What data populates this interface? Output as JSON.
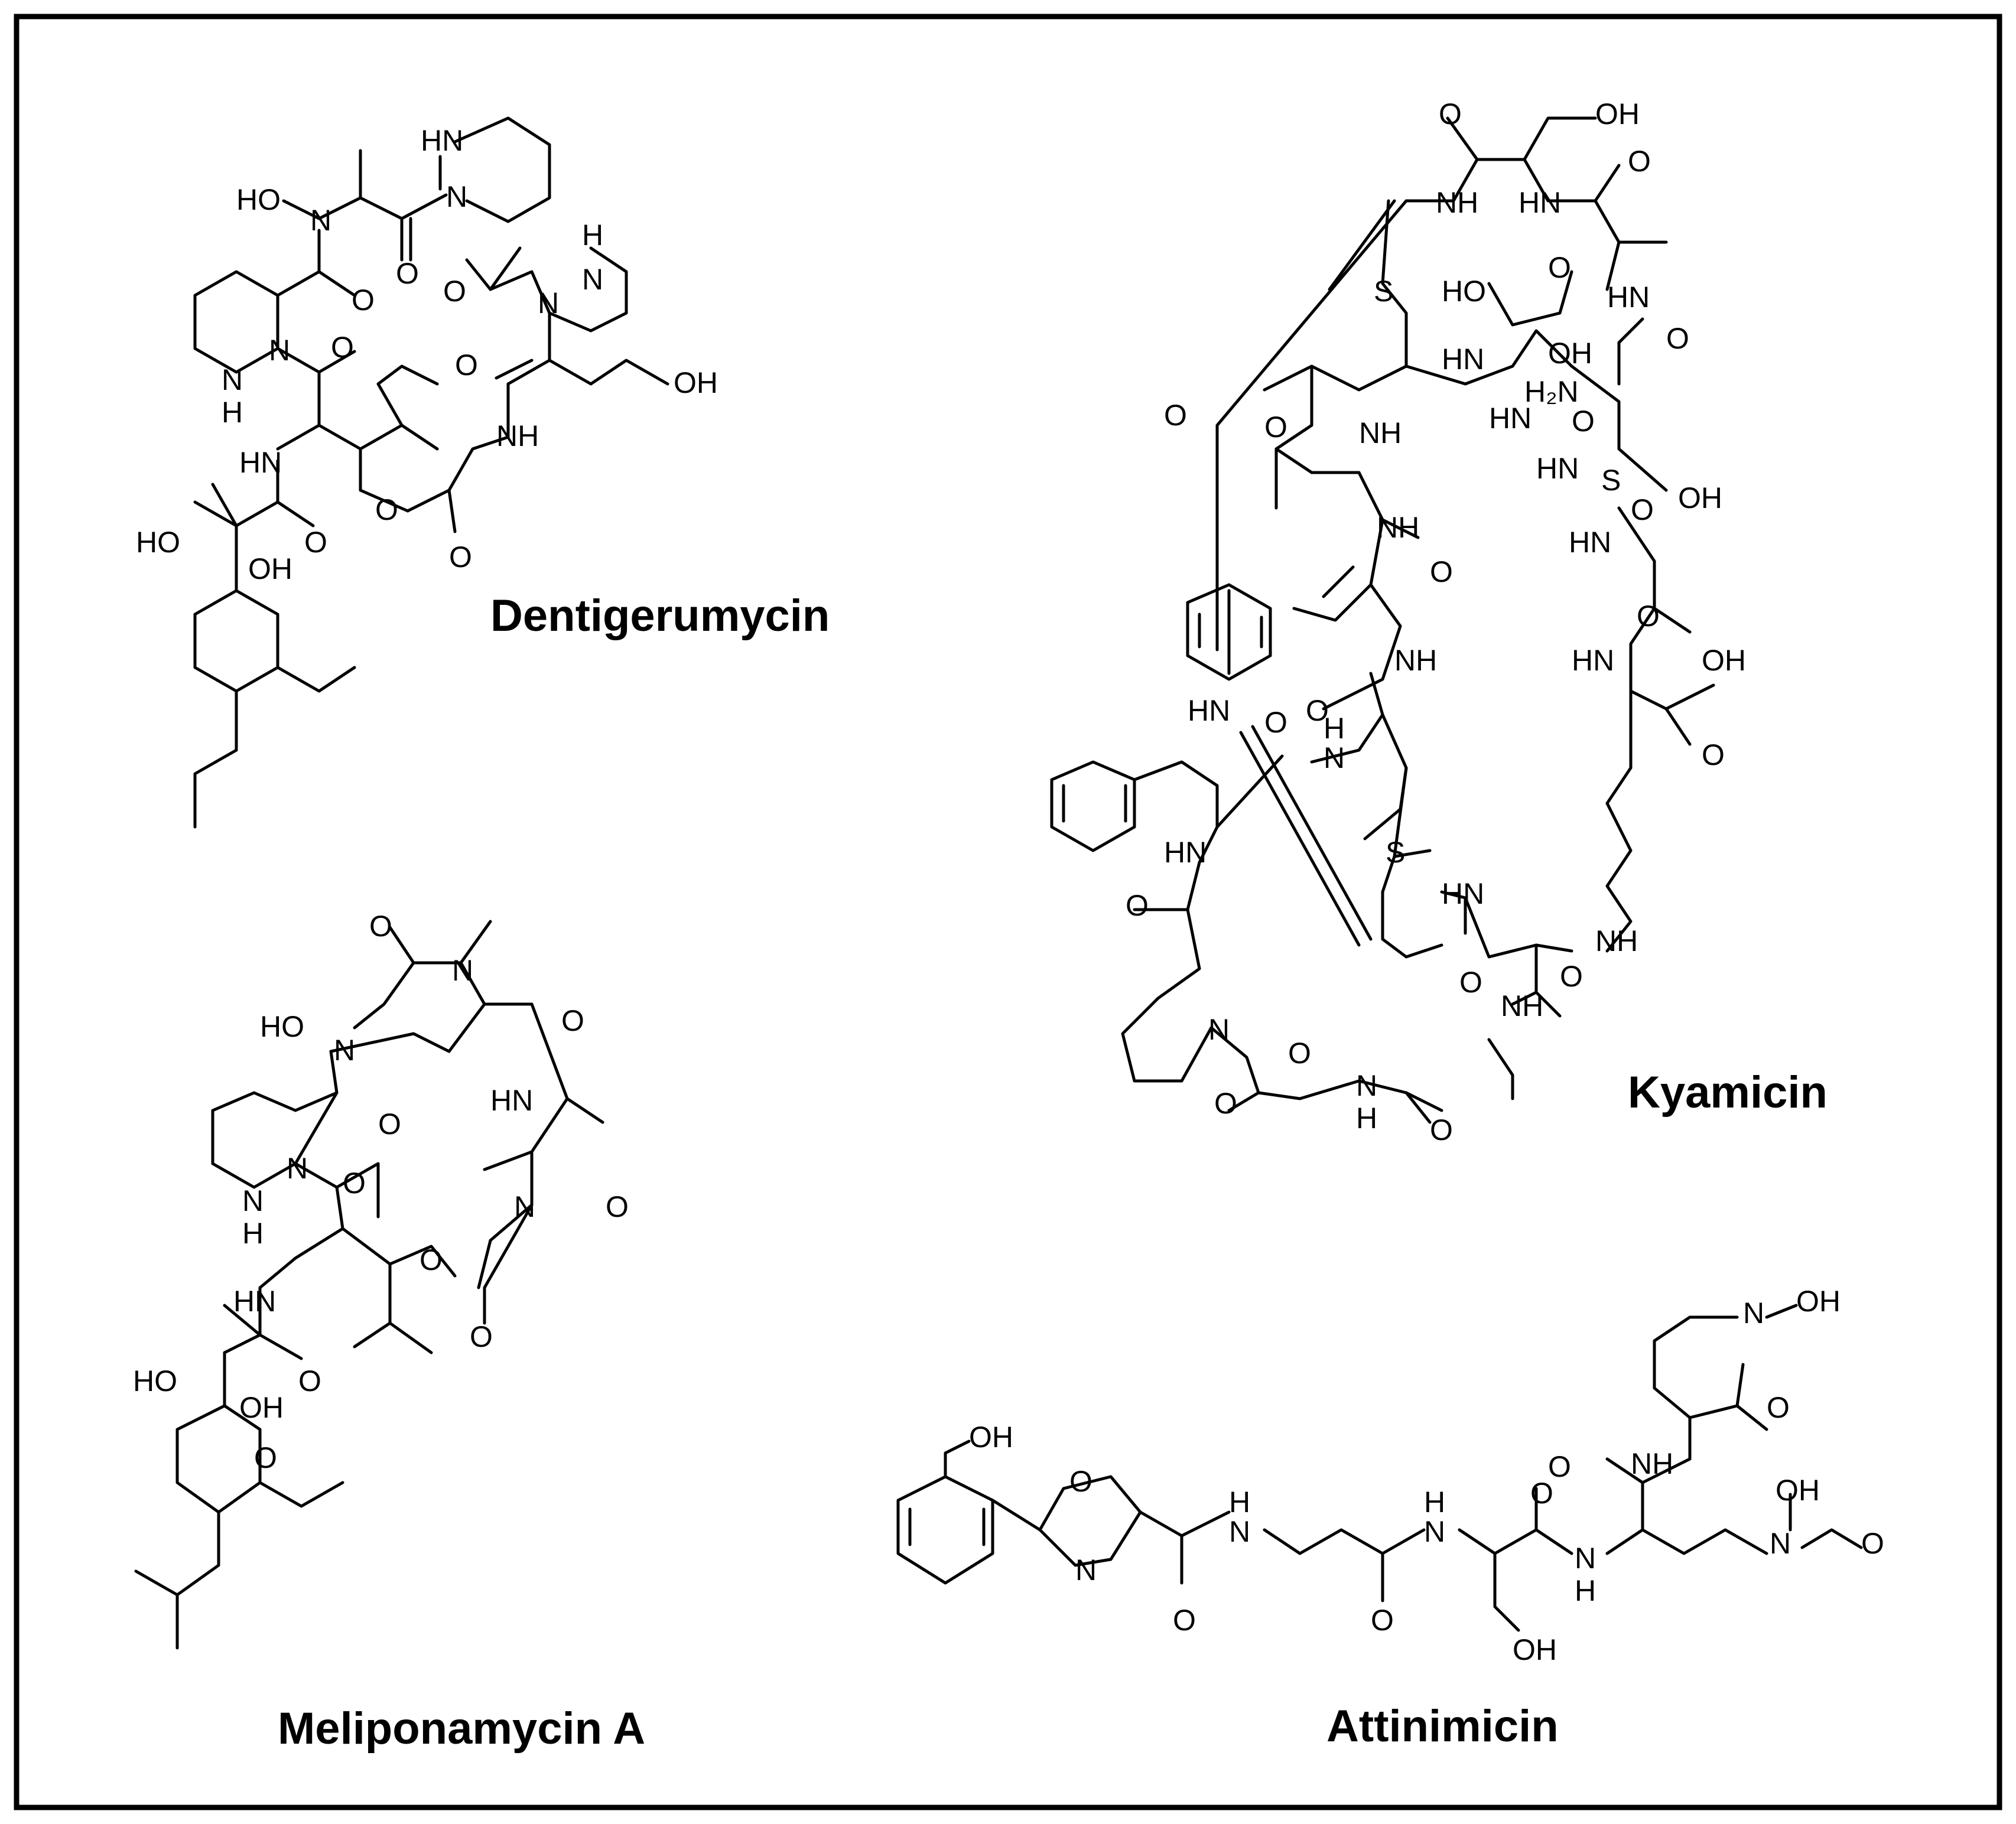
{
  "colors": {
    "ink": "#000000",
    "background": "#ffffff"
  },
  "molecules": {
    "dentigerumycin": {
      "name": "Dentigerumycin",
      "atoms": {
        "ho_n": "HO",
        "n_oh": "N",
        "hn_top": "HN",
        "n_top": "N",
        "o_a": "O",
        "o_b": "O",
        "o_c": "O",
        "o_d": "O",
        "h_right": "H",
        "n_right1": "N",
        "n_right2": "N",
        "oh_right": "OH",
        "nh_mid": "NH",
        "nh_ring_n": "N",
        "nh_ring_h": "H",
        "n_left": "N",
        "hn_left": "HN",
        "o_ester": "O",
        "o_ester_co": "O",
        "ho_side": "HO",
        "o_side": "O",
        "oh_side": "OH",
        "o_pyran": "O"
      }
    },
    "kyamicin": {
      "name": "Kyamicin",
      "atoms": {
        "o1": "O",
        "oh1": "OH",
        "nh1": "NH",
        "hn1": "HN",
        "o2": "O",
        "s1": "S",
        "ho1": "HO",
        "o3": "O",
        "hn2": "HN",
        "oh2": "OH",
        "o4": "O",
        "hn3": "HN",
        "h2n": "H₂N",
        "o5": "O",
        "o6": "O",
        "nh2": "NH",
        "hn4": "HN",
        "o7": "O",
        "hn5": "HN",
        "s2": "S",
        "oh3": "OH",
        "o8": "O",
        "nh3": "NH",
        "hn6": "HN",
        "o9": "O",
        "o10": "O",
        "nh4": "NH",
        "hn7": "HN",
        "oh4": "OH",
        "o11": "O",
        "hn8": "HN",
        "o12": "O",
        "nh5": "N",
        "h5": "H",
        "o13": "O",
        "hn9": "HN",
        "o14": "O",
        "s3": "S",
        "hn10": "HN",
        "nh6": "NH",
        "o15": "O",
        "o16": "O",
        "nh7": "NH",
        "o17": "O",
        "n1": "N",
        "nh8": "N",
        "h8": "H",
        "o18": "O",
        "o19": "O"
      }
    },
    "meliponamycin": {
      "name": "Meliponamycin A",
      "atoms": {
        "o1": "O",
        "n1": "N",
        "ho1": "HO",
        "n2": "N",
        "o2": "O",
        "o3": "O",
        "hn1": "HN",
        "n3": "N",
        "o4": "O",
        "h_ring": "H",
        "n_ring": "N",
        "n_ring2": "N",
        "o5": "O",
        "hn2": "HN",
        "o6": "O",
        "o7": "O",
        "ho2": "HO",
        "oh2": "OH",
        "o8": "O",
        "o9": "O"
      }
    },
    "attinimicin": {
      "name": "Attinimicin",
      "atoms": {
        "n_oh_n": "N",
        "oh_top": "OH",
        "o_lactam": "O",
        "oh_phenol": "OH",
        "o_ox": "O",
        "nh_top": "NH",
        "o_amide_top": "O",
        "h1": "H",
        "n1": "N",
        "h2": "H",
        "n2": "N",
        "o_a": "O",
        "n_ox": "N",
        "n3": "N",
        "h3": "H",
        "oh_n": "OH",
        "n4": "N",
        "o_formyl": "O",
        "o_b": "O",
        "o_c": "O",
        "oh_ser": "OH"
      }
    }
  }
}
